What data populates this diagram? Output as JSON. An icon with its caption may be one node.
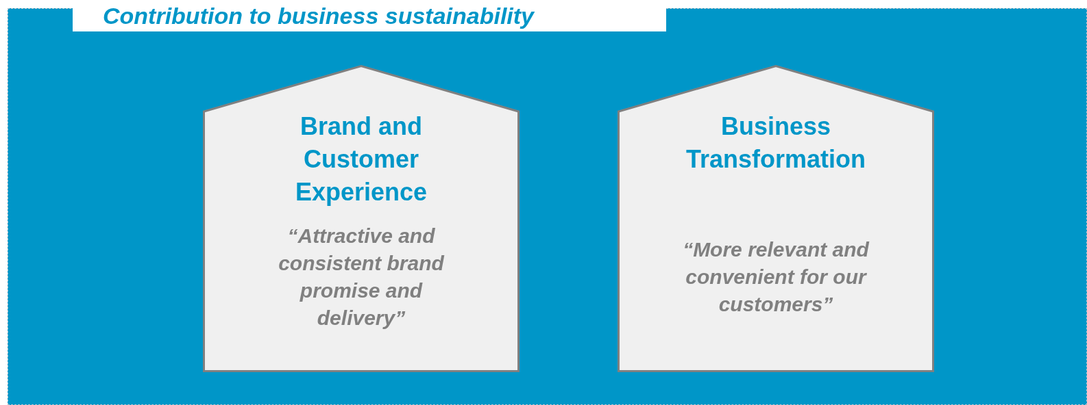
{
  "diagram": {
    "nodes": [
      {
        "text": [
          "Contribution to business sustainability"
        ]
      },
      {
        "text": [
          "Brand and Customer Experience",
          "“Attractive and consistent brand promise and delivery”"
        ],
        "in": 0
      },
      {
        "text": [
          "Business Transformation",
          "“More relevant and convenient for our customers”"
        ],
        "in": 0
      }
    ]
  }
}
